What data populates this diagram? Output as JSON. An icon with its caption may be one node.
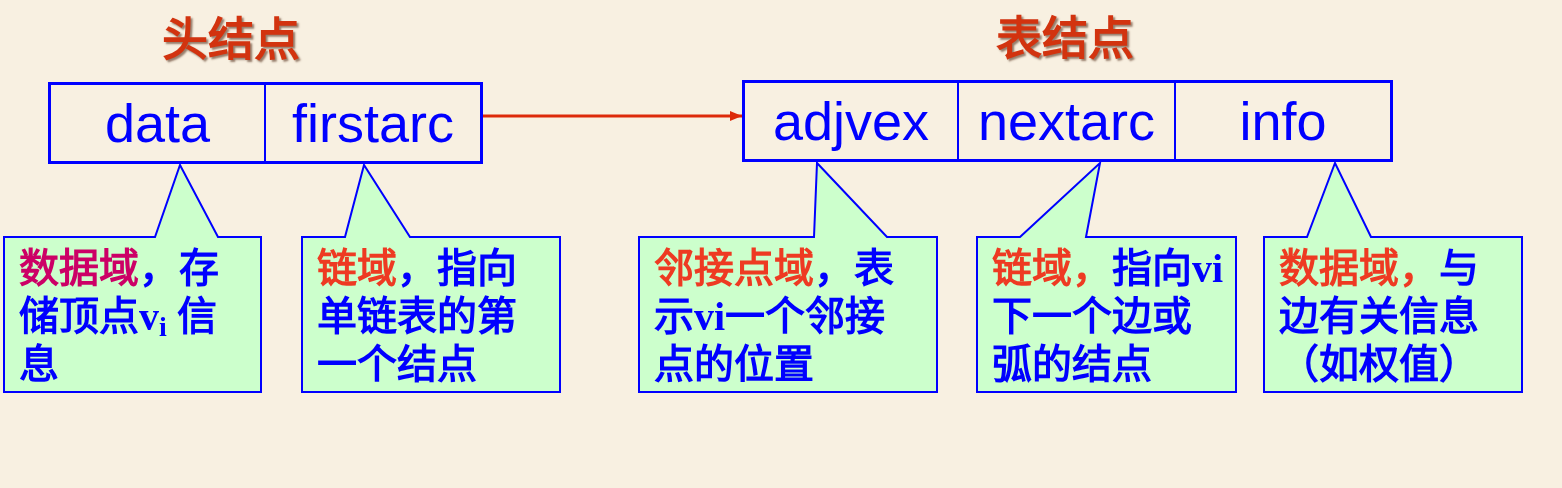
{
  "diagram": {
    "nodes": [
      {
        "text": [
          "头结点"
        ]
      },
      {
        "text": [
          "data"
        ],
        "in": 0
      },
      {
        "text": [
          "firstarc"
        ],
        "in": 0
      },
      {
        "text": [
          "表结点"
        ]
      },
      {
        "text": [
          "adjvex"
        ],
        "in": 3
      },
      {
        "text": [
          "nextarc"
        ],
        "in": 3
      },
      {
        "text": [
          "info"
        ],
        "in": 3
      },
      {
        "text": [
          "**数据域**，存储顶点v$_{i}$ 信息"
        ]
      },
      {
        "text": [
          "**链域**，指向单链表的第一个结点"
        ]
      },
      {
        "text": [
          "**邻接点域**，表示vi一个邻接点的位置"
        ]
      },
      {
        "text": [
          "**链域，**指向vi下一个边或弧的结点"
        ]
      },
      {
        "text": [
          "**数据域，**与边有关信息（如权值）"
        ]
      }
    ],
    "edges": [
      {
        "from": 2,
        "to": 3,
        "arrow": "to"
      }
    ]
  }
}
